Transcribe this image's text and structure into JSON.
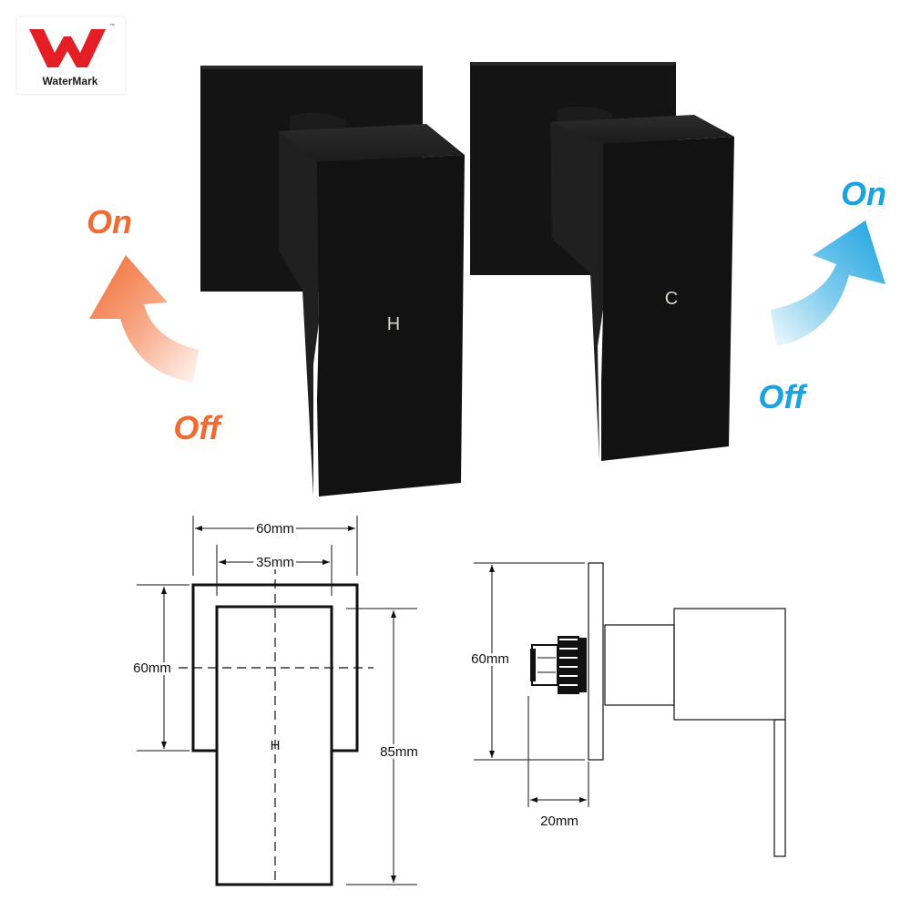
{
  "logo": {
    "name": "WaterMark",
    "accent_color": "#e31e24",
    "text_color": "#1a1a1a"
  },
  "taps": {
    "left_letter": "H",
    "right_letter": "C",
    "finish_color": "#141414"
  },
  "left_indicator": {
    "on_label": "On",
    "off_label": "Off",
    "color": "#f26a30"
  },
  "right_indicator": {
    "on_label": "On",
    "off_label": "Off",
    "color": "#1aa3e0"
  },
  "front_view": {
    "plate_width": "60mm",
    "handle_width": "35mm",
    "plate_height": "60mm",
    "handle_length": "85mm",
    "center_mark": "H"
  },
  "side_view": {
    "height": "60mm",
    "depth": "20mm"
  }
}
